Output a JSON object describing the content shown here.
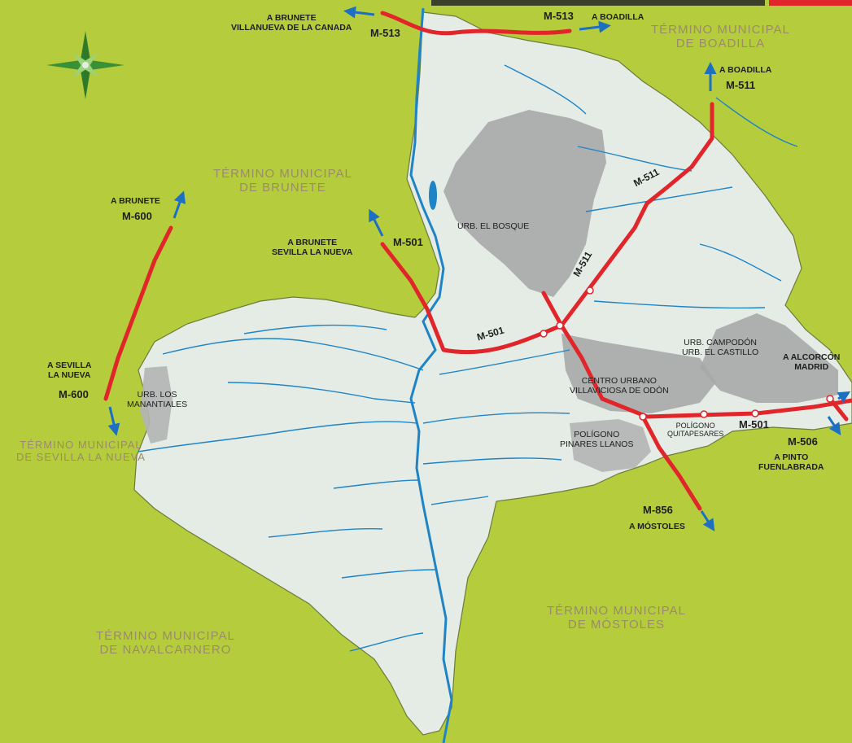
{
  "colors": {
    "outside_land": "#b5cd3c",
    "municipality_fill": "#e5ece6",
    "urban_area": "#a7a9a9",
    "road": "#e1262b",
    "river": "#1f84c6",
    "arrow": "#1c6fc1",
    "header_strip": "#3a3f2a",
    "header_accent": "#e1262b"
  },
  "icons": {
    "compass": "compass-rose-icon"
  },
  "municipalities": {
    "boadilla": [
      "TÉRMINO MUNICIPAL",
      "DE BOADILLA"
    ],
    "brunete": [
      "TÉRMINO MUNICIPAL",
      "DE BRUNETE"
    ],
    "sevilla": [
      "TÉRMINO MUNICIPAL",
      "DE SEVILLA LA NUEVA"
    ],
    "navalcarnero": [
      "TÉRMINO MUNICIPAL",
      "DE NAVALCARNERO"
    ],
    "mostoles": [
      "TÉRMINO MUNICIPAL",
      "DE MÓSTOLES"
    ]
  },
  "destinations": {
    "top_left": [
      "A BRUNETE",
      "VILLANUEVA DE LA CANADA"
    ],
    "top_boadilla": "A BOADILLA",
    "right_boadilla": "A BOADILLA",
    "brunete_600": "A BRUNETE",
    "brunete_501": [
      "A BRUNETE",
      "SEVILLA LA NUEVA"
    ],
    "sevilla_600": [
      "A SEVILLA",
      "LA NUEVA"
    ],
    "alcorcon": [
      "A ALCORCÓN",
      "MADRID"
    ],
    "pinto": [
      "A PINTO",
      "FUENLABRADA"
    ],
    "mostoles": "A MÓSTOLES"
  },
  "roads": {
    "m513_left": "M-513",
    "m513_right": "M-513",
    "m511_top": "M-511",
    "m511_mid": "M-511",
    "m511_low": "M-511",
    "m600_top": "M-600",
    "m600_bottom": "M-600",
    "m501_top": "M-501",
    "m501_mid": "M-501",
    "m501_right": "M-501",
    "m506": "M-506",
    "m856": "M-856"
  },
  "zones": {
    "bosque": "URB. EL BOSQUE",
    "campodon": [
      "URB. CAMPODÓN",
      "URB. EL CASTILLO"
    ],
    "centro": [
      "CENTRO URBANO",
      "VILLAVICIOSA DE ODÓN"
    ],
    "manantiales": [
      "URB. LOS",
      "MANANTIALES"
    ],
    "pinares": [
      "POLÍGONO",
      "PINARES LLANOS"
    ],
    "quitapesares": [
      "POLÍGONO",
      "QUITAPESARES"
    ]
  }
}
